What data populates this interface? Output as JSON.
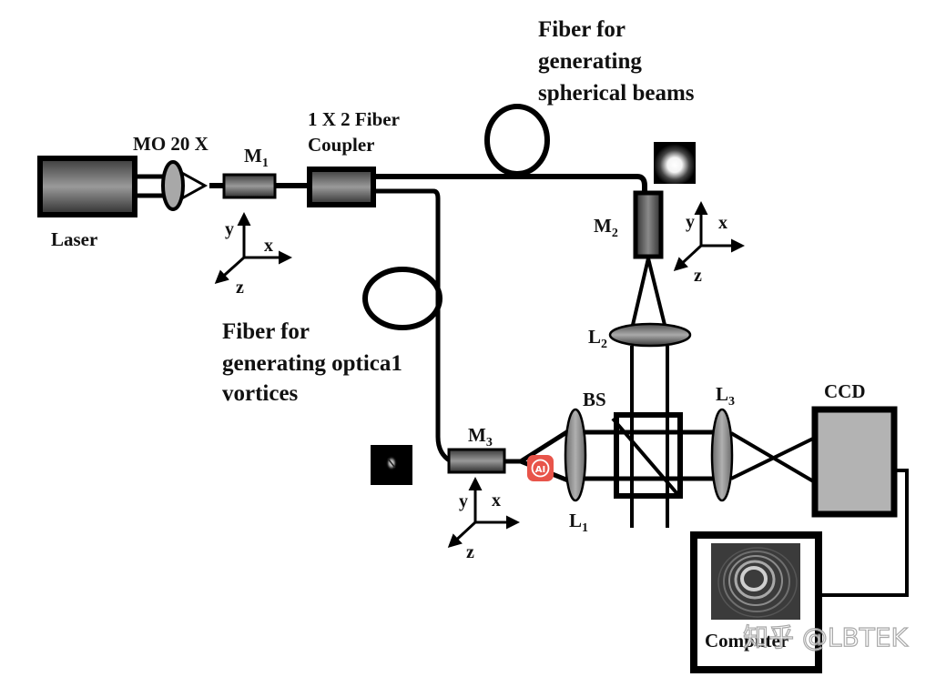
{
  "diagram": {
    "title": "Optical setup for generating spherical beams and optical vortices",
    "labels": {
      "laser": "Laser",
      "objective": "MO 20 X",
      "m1": "M",
      "m1_sub": "1",
      "coupler_line1": "1 X 2 Fiber",
      "coupler_line2": "Coupler",
      "fiber_spherical_line1": "Fiber for",
      "fiber_spherical_line2": "generating",
      "fiber_spherical_line3": "spherical beams",
      "m2": "M",
      "m2_sub": "2",
      "l2": "L",
      "l2_sub": "2",
      "fiber_vortex_line1": "Fiber for",
      "fiber_vortex_line2": "generating optica1",
      "fiber_vortex_line3": "vortices",
      "m3": "M",
      "m3_sub": "3",
      "bs": "BS",
      "l1": "L",
      "l1_sub": "1",
      "l3": "L",
      "l3_sub": "3",
      "ccd": "CCD",
      "computer": "Computer"
    },
    "axes": {
      "x": "x",
      "y": "y",
      "z": "z"
    },
    "badge": {
      "text": "AI",
      "color": "#e8544a"
    },
    "watermark": "知乎 @LBTEK",
    "colors": {
      "line": "#000000",
      "ccd_fill": "#b3b3b3",
      "lens_fill": "#9a9a9a"
    }
  }
}
